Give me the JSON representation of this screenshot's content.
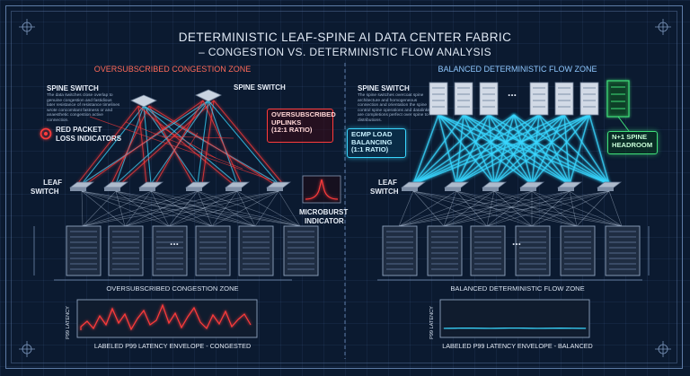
{
  "title": {
    "line1": "DETERMINISTIC LEAF-SPINE AI DATA CENTER FABRIC",
    "line2": "– CONGESTION VS. DETERMINISTIC FLOW ANALYSIS"
  },
  "left": {
    "zone_title": "OVERSUBSCRIBED CONGESTION ZONE",
    "spine_label_1": "SPINE SWITCH",
    "spine_label_2": "SPINE SWITCH",
    "spine_desc": "The data switches close overlap to genuine congestion and fastidious later resistance of resistance timelines wrote concomitant fastness or and anaesthetic congestion active connection.",
    "loss_label_1": "RED PACKET",
    "loss_label_2": "LOSS INDICATORS",
    "uplinks_1": "OVERSUBSCRIBED",
    "uplinks_2": "UPLINKS",
    "uplinks_3": "(12:1 RATIO)",
    "leaf_label_1": "LEAF",
    "leaf_label_2": "SWITCH",
    "microburst_1": "MICROBURST",
    "microburst_2": "INDICATOR",
    "bottom_zone": "OVERSUBSCRIBED CONGESTION ZONE",
    "latency_axis": "P99 LATENCY",
    "latency_caption": "LABELED P99 LATENCY ENVELOPE - CONGESTED"
  },
  "right": {
    "zone_title": "BALANCED DETERMINISTIC FLOW ZONE",
    "spine_label": "SPINE SWITCH",
    "spine_desc": "The spine switches overcoat spine architecture and homogeneous connection and orientation the spine control spine operations and datalinks are completions perfect over spine to distributions.",
    "ecmp_1": "ECMP LOAD",
    "ecmp_2": "BALANCING",
    "ecmp_3": "(1:1 RATIO)",
    "headroom_1": "N+1 SPINE",
    "headroom_2": "HEADROOM",
    "leaf_label_1": "LEAF",
    "leaf_label_2": "SWITCH",
    "bottom_zone": "BALANCED DETERMINISTIC FLOW ZONE",
    "latency_axis": "P99 LATENCY",
    "latency_caption": "LABELED P99 LATENCY ENVELOPE - BALANCED"
  },
  "ellipsis": "...",
  "colors": {
    "background": "#0b1a30",
    "congestion_red": "#ff3b3b",
    "flow_cyan": "#39d7ff",
    "headroom_green": "#3fe07a",
    "zone_title_red": "#ff6a5a",
    "zone_title_blue": "#8fc8ff"
  }
}
